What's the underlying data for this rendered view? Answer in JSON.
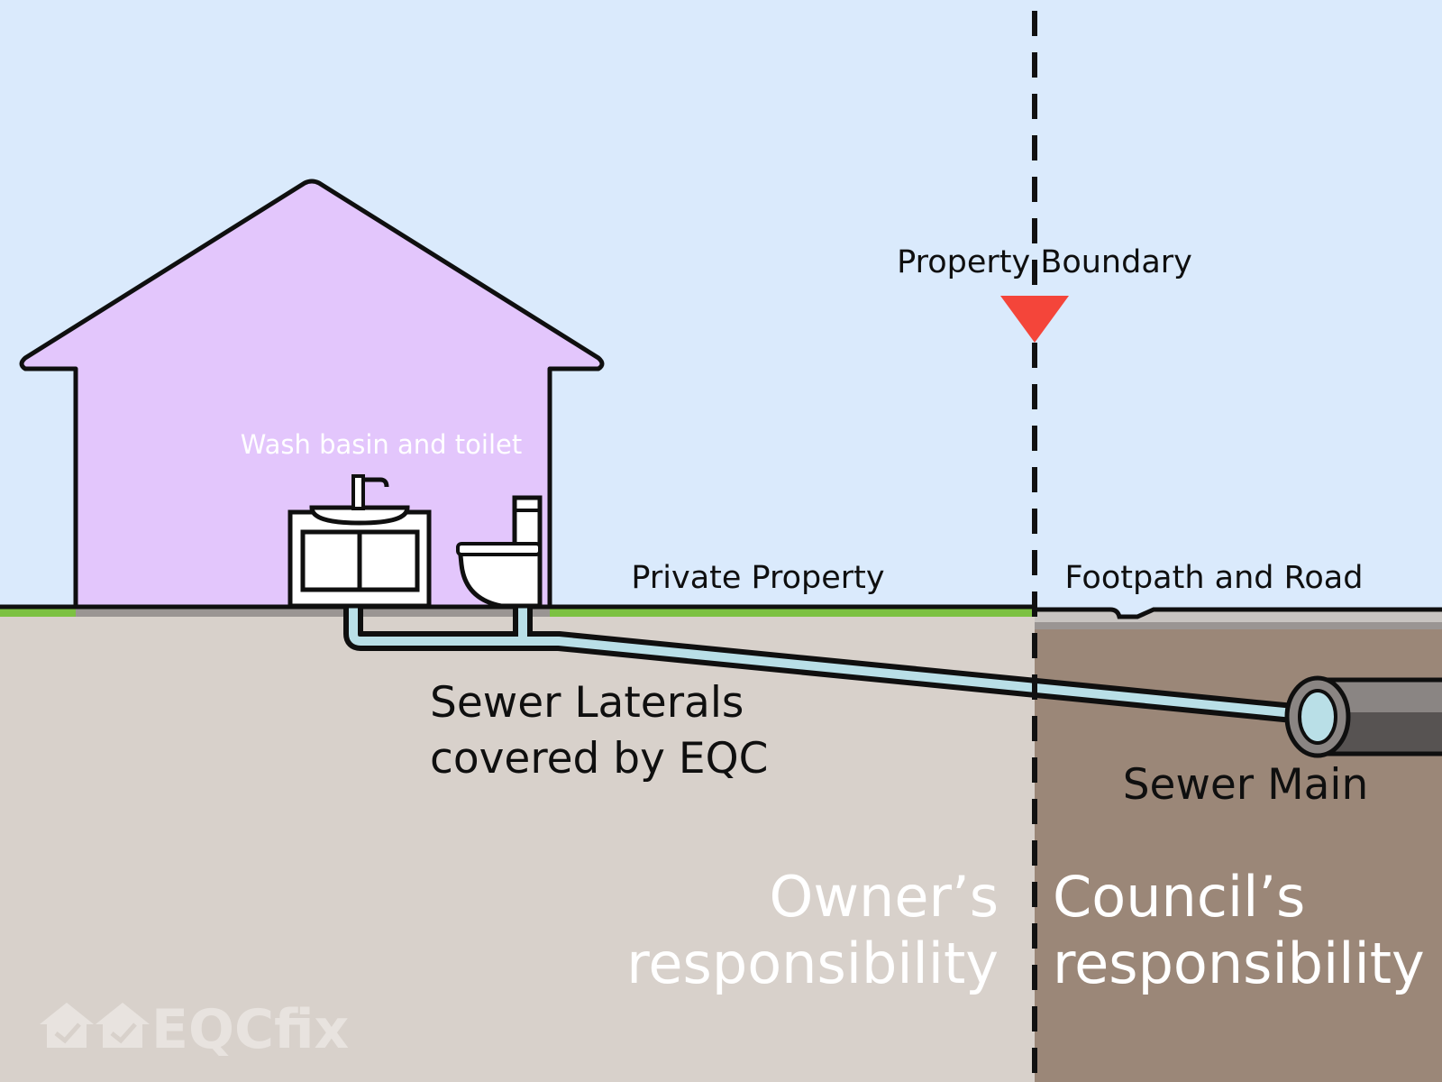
{
  "labels": {
    "property_boundary": "Property Boundary",
    "wash_basin_toilet": "Wash basin and toilet",
    "private_property": "Private Property",
    "footpath_road": "Footpath and Road",
    "sewer_laterals_line1": "Sewer Laterals",
    "sewer_laterals_line2": "covered by EQC",
    "sewer_main": "Sewer Main",
    "owner_line1": "Owner’s",
    "owner_line2": "responsibility",
    "council_line1": "Council’s",
    "council_line2": "responsibility"
  },
  "logo": {
    "text": "EQCfix"
  },
  "colors": {
    "sky": "#daeafc",
    "house": "#e3c6fc",
    "owner_soil": "#d8d1cb",
    "council_soil": "#9b8778",
    "grass": "#7cc142",
    "pipe": "#b9dfe7",
    "boundary_marker": "#f4453a",
    "main_light": "#8a8583",
    "main_dark": "#575352"
  },
  "icons": {
    "boundary_marker": "red-down-triangle",
    "basin": "wash-basin-icon",
    "toilet": "toilet-icon",
    "logo": "house-check-icons"
  }
}
